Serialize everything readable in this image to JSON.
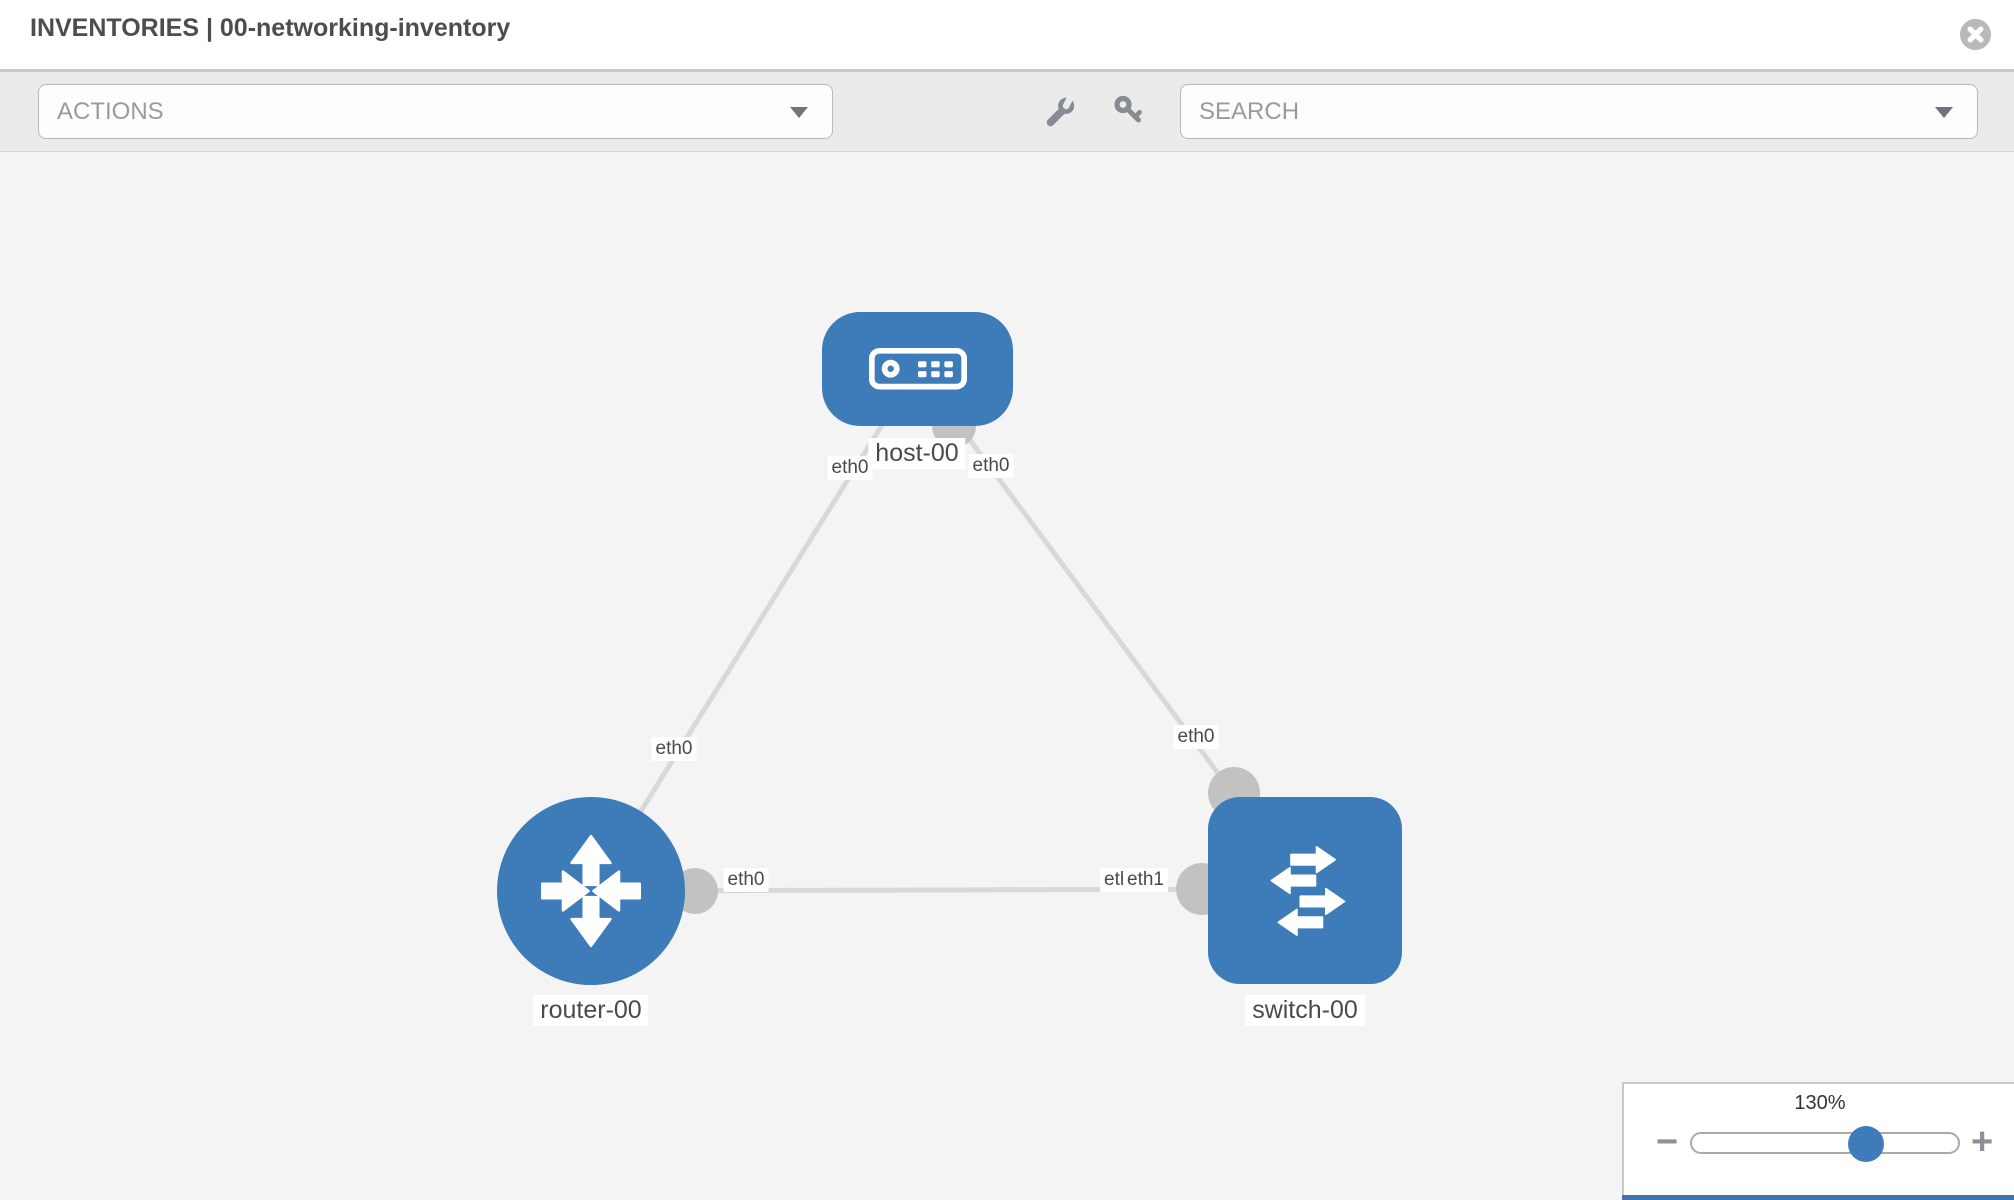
{
  "header": {
    "title": "INVENTORIES | 00-networking-inventory"
  },
  "toolbar": {
    "actions_label": "ACTIONS",
    "search_placeholder": "SEARCH"
  },
  "topology": {
    "nodes": [
      {
        "name": "host-00",
        "type": "host"
      },
      {
        "name": "router-00",
        "type": "router"
      },
      {
        "name": "switch-00",
        "type": "switch"
      }
    ],
    "links": [
      {
        "source": "host-00",
        "source_interface": "eth0",
        "target": "router-00",
        "target_interface": "eth0"
      },
      {
        "source": "host-00",
        "source_interface": "eth0",
        "target": "switch-00",
        "target_interface": "eth0"
      },
      {
        "source": "router-00",
        "source_interface": "eth0",
        "target": "switch-00",
        "target_interface": "eth1"
      }
    ],
    "interface_labels": [
      {
        "text": "eth0"
      },
      {
        "text": "eth0"
      },
      {
        "text": "eth0"
      },
      {
        "text": "eth0"
      },
      {
        "text": "eth0"
      },
      {
        "text": "eth0"
      },
      {
        "text": "eth1"
      }
    ]
  },
  "zoom_control": {
    "level": "130%",
    "minus_label": "−",
    "plus_label": "+"
  },
  "colors": {
    "node_blue": "#3d7cb8",
    "accent_blue": "#3d7cb8",
    "link_gray": "#d8d8d8",
    "connector_gray": "#c2c2c2"
  }
}
